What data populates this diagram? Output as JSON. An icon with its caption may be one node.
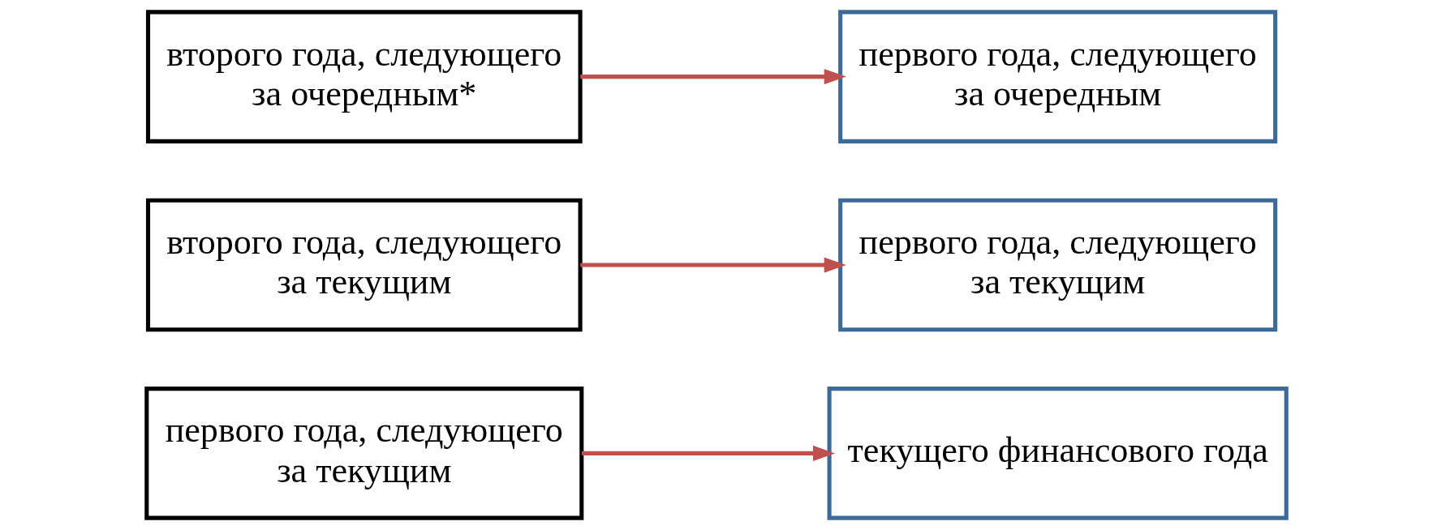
{
  "diagram": {
    "nodes": [
      {
        "text": [
          "первого года, следующего за текущим"
        ]
      },
      {
        "text": [
          "текущего финансового года"
        ]
      },
      {
        "text": [
          "второго года, следующего за текущим"
        ]
      },
      {
        "text": [
          "первого года, следующего за текущим"
        ]
      },
      {
        "text": [
          "второго года, следующего за очередным*"
        ]
      },
      {
        "text": [
          "первого года, следующего за очередным"
        ]
      }
    ],
    "edges": [
      {
        "from": 0,
        "to": 1,
        "arrow": "to"
      },
      {
        "from": 2,
        "to": 3,
        "arrow": "to"
      },
      {
        "from": 4,
        "to": 5,
        "arrow": "to"
      }
    ]
  }
}
